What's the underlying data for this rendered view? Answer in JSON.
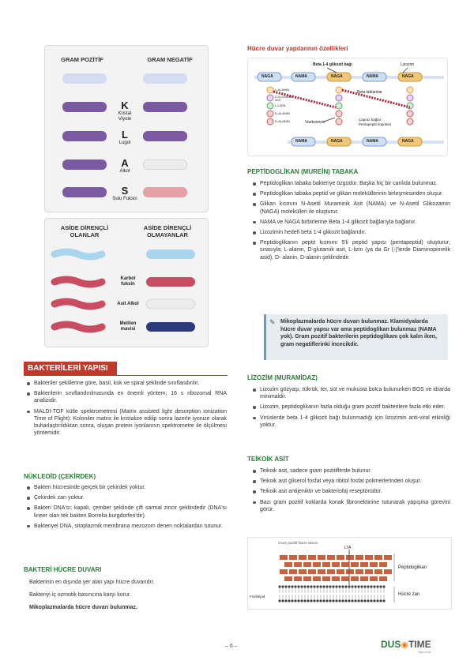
{
  "stain_panel": {
    "gram_positive": "GRAM POZİTİF",
    "gram_negative": "GRAM NEGATİF",
    "steps": [
      {
        "letter": "K",
        "name": "Kristal Viyole"
      },
      {
        "letter": "L",
        "name": "Lugol"
      },
      {
        "letter": "A",
        "name": "Alkol"
      },
      {
        "letter": "S",
        "name": "Sulu Fuksin"
      }
    ]
  },
  "acid_panel": {
    "resistant": "ASİDE DİRENÇLİ OLANLAR",
    "non_resistant": "ASİDE DİRENÇLİ OLMAYANLAR",
    "steps": [
      "Karbol fuksin",
      "Asit Alkol",
      "Metilen mavisi"
    ]
  },
  "wall_figure": {
    "title": "Hücre duvar yapılarının özellikleri",
    "label_beta": "Beta 1-4 glikozit bağı",
    "label_lizozim": "Lizozim",
    "label_betalaktam": "Beta laktamlar",
    "label_vankomisin": "Vankomisin",
    "label_capraz": "Çapraz bağlar Pentapeptit köprüleri",
    "naga": "NAGA",
    "nama": "NAMA",
    "chain": [
      "L-ALANİN",
      "D-GLUTAMİK ASİT",
      "L-LİZİN",
      "D-ALANİN",
      "D-ALANİN"
    ]
  },
  "bakteri": {
    "heading": "BAKTERİLERİ YAPISI",
    "bullets": [
      "Bakteriler şekillerine göre, basil, kok ve spiral şeklinde sınıflandırılır.",
      "Bakterilerin sınıflandırılmasında en önemli yöntem; 16 s ribozomal RNA analizidir.",
      "MALDI-TOF kütle spektrometresi (Matrix assisted light desorption ionization Time of Flight): Koloniler matrix ile kristalize edilip sonra lazerle iyonize olarak buharlaştırıldıktan sonra, oluşan protein iyonlarının spektrometre ile ölçülmesi yöntemidir."
    ]
  },
  "nukleoid": {
    "heading": "NÜKLEOİD (ÇEKİRDEK)",
    "bullets": [
      "Bakteri hücresinde gerçek bir çekirdek yoktur.",
      "Çekirdek zarı yoktur.",
      "Bakteri DNA'sı; kapalı, çember şeklinde çift sarmal zincir şeklindedir (DNA'sı lineer olan tek bakteri Borrelia burgdorferi'dir).",
      "Bakteriyel DNA, sitoplazmik membrana mezozom denen noktalardan tutunur."
    ]
  },
  "hucre_duvari": {
    "heading": "BAKTERİ HÜCRE DUVARI",
    "lines": [
      "Bakterinin en dışında yer alan yapı hücre duvarıdır.",
      "Bakteriyi iç ozmotik basıncına karşı korur.",
      "Mikoplazmalarda hücre duvarı bulunmaz."
    ]
  },
  "peptidoglikan": {
    "heading": "PEPTİDOGLİKAN (MUREİN) TABAKA",
    "bullets": [
      "Peptidoglikan tabaka bakteriye özgüdür. Başka hiç bir canlıda bulunmaz.",
      "Peptidoglikan tabaka peptid ve glikan moleküllerinin birleşmesinden oluşur.",
      "Glikan kısmını N-Asetil Muraminik Asit (NAMA) ve N-Asetil Glikozamin (NAGA) molekülleri ile oluşturur.",
      "NAMA ve NAGA birbirlerine Beta 1-4 glikozit bağlarıyla bağlanır.",
      "Lizozimin hedefi beta 1-4 glikozit bağlarıdır.",
      "Peptidoglikanın peptit kısmını 5'li peptid yapısı (pentapeptid) oluşturur; sırasıyla; L-alanin, D-glutamik asit, L-lizin (ya da Gr (-)'lerde Diaminopimelik asid), D- alanin, D-alanin şeklindedir."
    ],
    "note": "Mikoplazmalarda hücre duvarı bulunmaz. Klamidyalarda hücre duvar yapısı var ama peptidoglikan bulunmaz (NAMA yok). Gram pozitif bakterilerin peptidoglikanı çok kalın iken, gram negatiflerinki incecikdir."
  },
  "lizozim": {
    "heading": "LİZOZİM (MURAMİDAZ)",
    "bullets": [
      "Lizozim gözyaşı, tükrük, ter, süt ve mukusta bolca bulunurken BOS ve idrarda minimaldir.",
      "Lizozim, peptidoglikanın fazla olduğu gram pozitif bakterilere fazla etki eder.",
      "Virüslerde beta 1-4 glikozit bağı bulunmadığı için lizozimin anti-viral etkinliği yoktur."
    ]
  },
  "teikoik": {
    "heading": "TEİKOİK ASİT",
    "bullets": [
      "Teikoik asit, sadece gram pozitiflerde bulunur.",
      "Teikoik asit gliserol fosfat veya ribitol fosfat polimerlerinden oluşur.",
      "Teikoik asit antijeniktir ve bakteriofaj reseptörüdür.",
      "Bazı gram pozitif koklarda konak fibronektinine tutunarak yapışma görevini görür."
    ]
  },
  "membrane_figure": {
    "top_label": "Gram pozitif hücre duvarı",
    "lta": "LTA",
    "peptidoglikan": "Peptidoglikan",
    "hucre_zari": "Hücre zarı",
    "fosfolipid": "Fosfolipid"
  },
  "footer": {
    "page": "– 6 –",
    "brand_dus": "DUS",
    "brand_time": "TIME",
    "brand_sub": "Yayıncılık"
  },
  "colors": {
    "heading_green": "#2b7a3a",
    "title_red": "#c0392b",
    "purple": "#7a5aa0",
    "lightblue": "#a9d6ec",
    "pink": "#e8a0a8",
    "red_stain": "#c94d62",
    "navy": "#2b3a7a"
  }
}
